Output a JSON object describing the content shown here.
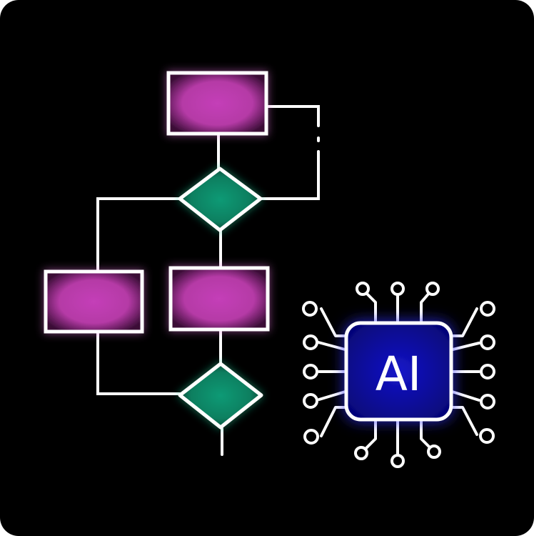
{
  "diagram": {
    "chip_label": "AI",
    "colors": {
      "background": "#000000",
      "process_fill": "#b53aa6",
      "process_glow": "#e066d6",
      "decision_fill": "#0b8f6c",
      "decision_glow": "#18c08f",
      "stroke": "#ffffff",
      "chip_fill": "#0a0ab0",
      "chip_glow": "#2a2aff"
    },
    "nodes": [
      {
        "id": "process-1",
        "kind": "process"
      },
      {
        "id": "decision-1",
        "kind": "decision"
      },
      {
        "id": "process-2",
        "kind": "process"
      },
      {
        "id": "process-3",
        "kind": "process"
      },
      {
        "id": "decision-2",
        "kind": "decision"
      }
    ],
    "icons": [
      "circuit-chip-icon"
    ]
  }
}
